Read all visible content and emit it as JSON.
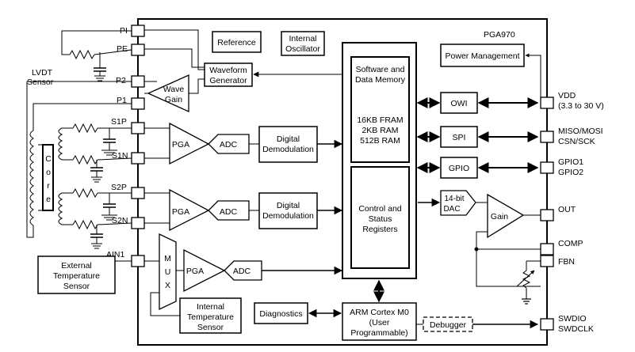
{
  "chip": {
    "name": "PGA970",
    "blocks": {
      "reference": "Reference",
      "internal_oscillator": [
        "Internal",
        "Oscillator"
      ],
      "power_management": "Power Management",
      "waveform_generator": [
        "Waveform",
        "Generator"
      ],
      "wave_gain": [
        "Wave",
        "Gain"
      ],
      "memory": [
        "Software and",
        "Data Memory",
        "16KB FRAM",
        "2KB RAM",
        "512B RAM"
      ],
      "control_status": [
        "Control and",
        "Status",
        "Registers"
      ],
      "owi": "OWI",
      "spi": "SPI",
      "gpio": "GPIO",
      "dac": [
        "14-bit",
        "DAC"
      ],
      "gain": "Gain",
      "pga": "PGA",
      "adc": "ADC",
      "mux": [
        "M",
        "U",
        "X"
      ],
      "digital_demodulation": [
        "Digital",
        "Demodulation"
      ],
      "internal_temp_sensor": [
        "Internal",
        "Temperature",
        "Sensor"
      ],
      "diagnostics": "Diagnostics",
      "arm": [
        "ARM Cortex M0",
        "(User",
        "Programmable)"
      ],
      "debugger": "Debugger"
    },
    "left_pins": [
      "PI",
      "PE",
      "P2",
      "P1",
      "S1P",
      "S1N",
      "S2P",
      "S2N",
      "AIN1"
    ],
    "right_pins": [
      [
        "VDD",
        "(3.3 to 30 V)"
      ],
      [
        "MISO/MOSI",
        "CSN/SCK"
      ],
      [
        "GPIO1",
        "GPIO2"
      ],
      [
        "OUT"
      ],
      [
        "COMP"
      ],
      [
        "FBN"
      ],
      [
        "SWDIO",
        "SWDCLK"
      ]
    ]
  },
  "external": {
    "lvdt": [
      "LVDT",
      "Sensor"
    ],
    "core": "Core",
    "ext_temp": [
      "External",
      "Temperature",
      "Sensor"
    ]
  }
}
